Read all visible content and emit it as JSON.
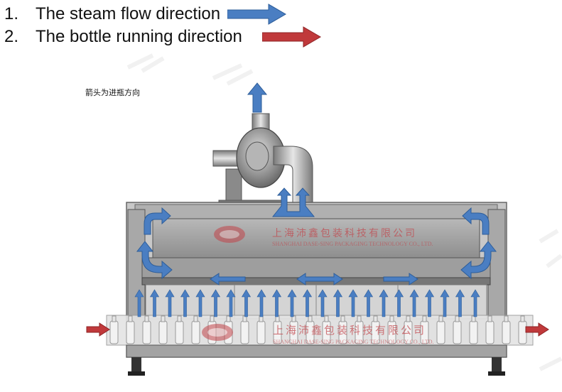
{
  "legend": {
    "items": [
      {
        "number": "1.",
        "label": "The steam flow direction",
        "color": "#4a7ec2"
      },
      {
        "number": "2.",
        "label": "The bottle running direction",
        "color": "#c0393b"
      }
    ]
  },
  "caption": "箭头为进瓶方向",
  "company": {
    "name_cn": "上海沛鑫包装科技有限公司",
    "name_en": "SHANGHAI DASE-SING PACKAGING TECHNOLOGY CO., LTD."
  },
  "colors": {
    "steam": "#4a7ec2",
    "bottle": "#c0393b",
    "machine": "#9a9a9a",
    "machine_dark": "#5e5e5e",
    "brand": "#c2444a"
  }
}
